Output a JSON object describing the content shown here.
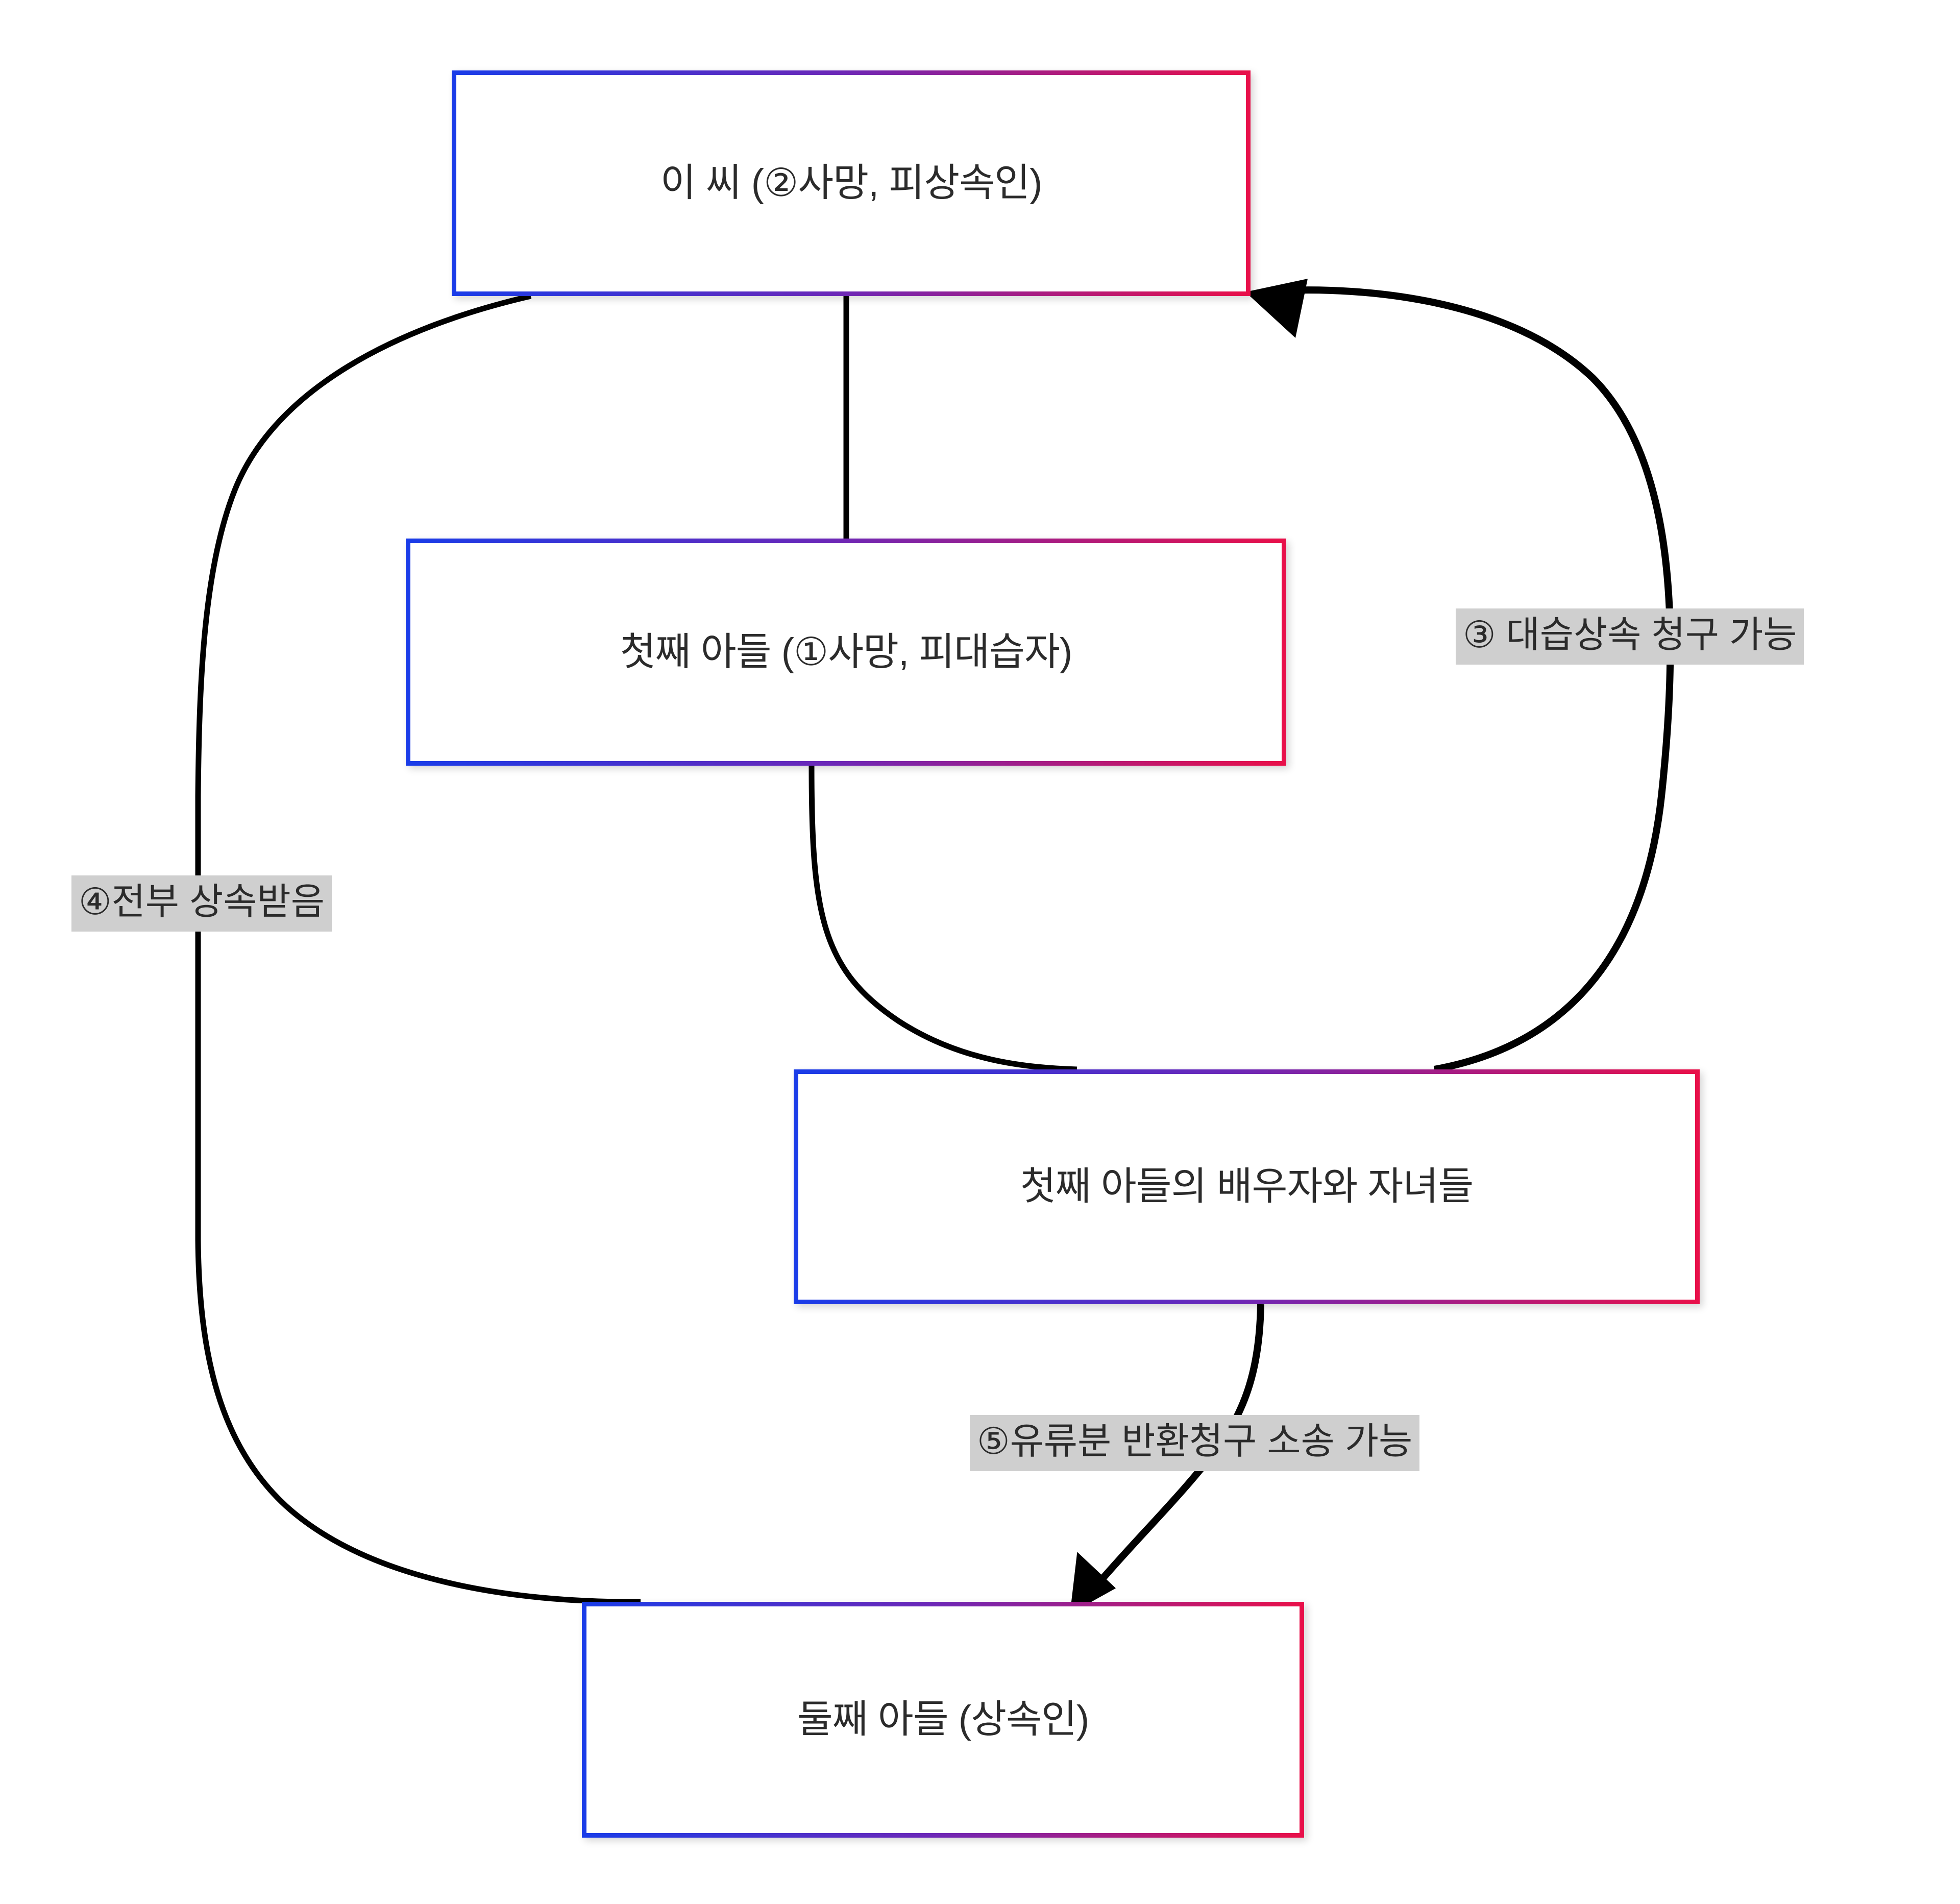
{
  "diagram": {
    "title_context": "상속 / 대습상속 관계도",
    "background_color": "#ffffff",
    "node_border_gradient": {
      "from": "#1a3ce8",
      "mid": "#6b28b8",
      "to": "#e8104a"
    },
    "edge_color": "#000000",
    "edge_label_background": "#cfcfcf",
    "text_color": "#2b2b2b"
  },
  "nodes": [
    {
      "id": "n1",
      "label": "이 씨 (②사망, 피상속인)"
    },
    {
      "id": "n2",
      "label": "첫째 아들 (①사망, 피대습자)"
    },
    {
      "id": "n3",
      "label": "첫째 아들의 배우자와 자녀들"
    },
    {
      "id": "n4",
      "label": "둘째 아들 (상속인)"
    }
  ],
  "edges": [
    {
      "id": "e-n1-n2",
      "from": "n1",
      "to": "n2",
      "label": "",
      "arrow": false
    },
    {
      "id": "e-n2-n3",
      "from": "n2",
      "to": "n3",
      "label": "",
      "arrow": false
    },
    {
      "id": "e-n3-n1",
      "from": "n3",
      "to": "n1",
      "label": "③ 대습상속 청구 가능",
      "arrow": true
    },
    {
      "id": "e-n1-n4",
      "from": "n1",
      "to": "n4",
      "label": "④전부 상속받음",
      "arrow": false
    },
    {
      "id": "e-n3-n4",
      "from": "n3",
      "to": "n4",
      "label": "⑤유류분 반환청구 소송 가능",
      "arrow": true
    }
  ],
  "edge_labels": {
    "label3": "③ 대습상속 청구 가능",
    "label4": "④전부 상속받음",
    "label5": "⑤유류분 반환청구 소송 가능"
  }
}
